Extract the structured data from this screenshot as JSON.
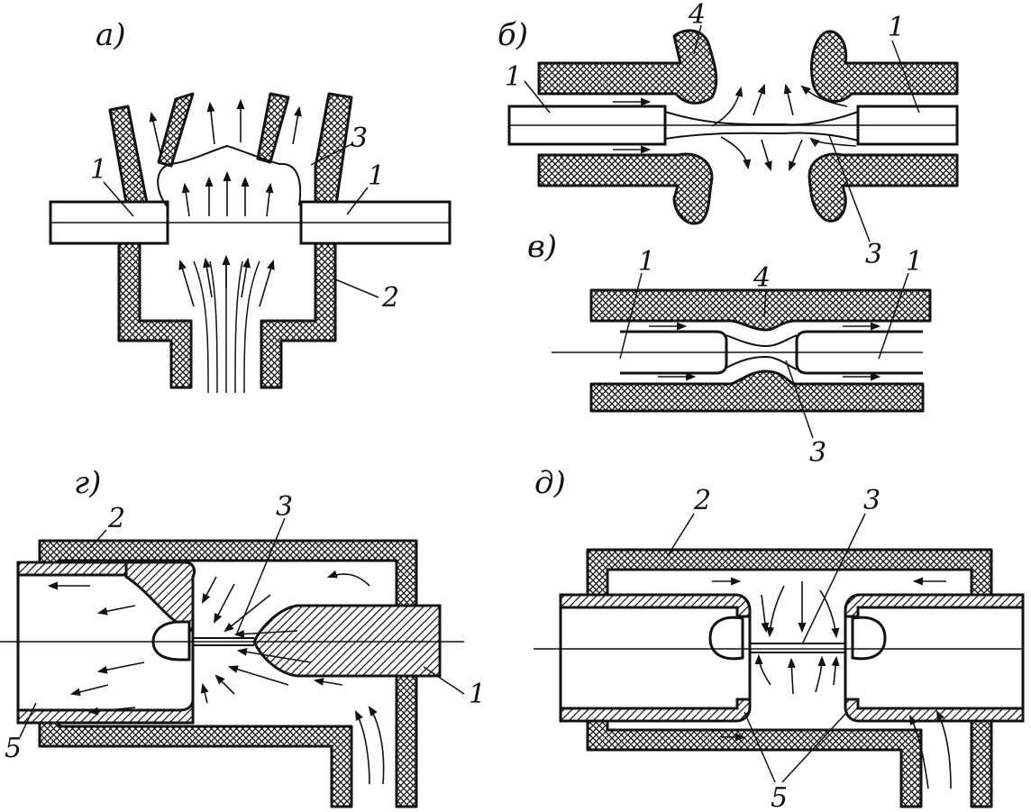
{
  "panels": [
    {
      "id": "a",
      "letter": "а)",
      "callouts": [
        "1",
        "1",
        "2",
        "3"
      ]
    },
    {
      "id": "b",
      "letter": "б)",
      "callouts": [
        "1",
        "1",
        "3",
        "4"
      ]
    },
    {
      "id": "v",
      "letter": "в)",
      "callouts": [
        "1",
        "1",
        "3",
        "4"
      ]
    },
    {
      "id": "g",
      "letter": "г)",
      "callouts": [
        "1",
        "2",
        "3",
        "5"
      ]
    },
    {
      "id": "d",
      "letter": "д)",
      "callouts": [
        "2",
        "3",
        "5"
      ]
    }
  ]
}
